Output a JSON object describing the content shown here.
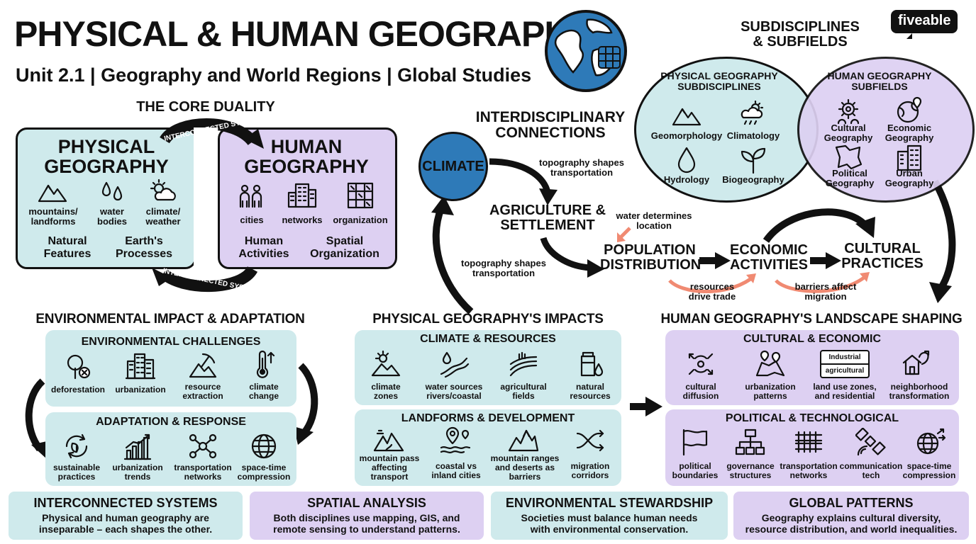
{
  "header": {
    "title": "PHYSICAL & HUMAN GEOGRAPHY",
    "subtitle": "Unit 2.1 | Geography and World Regions | Global Studies",
    "brand": "fiveable",
    "globe_icon": "globe-icon"
  },
  "duality": {
    "title": "THE CORE DUALITY",
    "arc_label_top": "INTERCONNECTED SYSTEMS",
    "arc_label_bottom": "INTERCONNECTED SYSTEMS",
    "physical": {
      "title": "PHYSICAL GEOGRAPHY",
      "items": [
        {
          "icon": "mountain-icon",
          "label": "mountains/ landforms"
        },
        {
          "icon": "water-drops-icon",
          "label": "water bodies"
        },
        {
          "icon": "sun-cloud-icon",
          "label": "climate/ weather"
        }
      ],
      "footer_left": "Natural Features",
      "footer_right": "Earth's Processes"
    },
    "human": {
      "title": "HUMAN GEOGRAPHY",
      "items": [
        {
          "icon": "people-icon",
          "label": "cities"
        },
        {
          "icon": "building-icon",
          "label": "networks"
        },
        {
          "icon": "grid-map-icon",
          "label": "organization"
        }
      ],
      "footer_left": "Human Activities",
      "footer_right": "Spatial Organization"
    }
  },
  "interdisciplinary": {
    "title": "INTERDISCIPLINARY CONNECTIONS",
    "climate": "CLIMATE",
    "agri": "AGRICULTURE & SETTLEMENT",
    "population": "POPULATION DISTRIBUTION",
    "economic": "ECONOMIC ACTIVITIES",
    "cultural": "CULTURAL PRACTICES",
    "note_topo1": "topography shapes transportation",
    "note_topo2": "topography shapes transportation",
    "note_water": "water determines location",
    "note_resources": "resources drive trade",
    "note_barriers": "barriers affect migration"
  },
  "subdisciplines": {
    "title": "SUBDISCIPLINES & SUBFIELDS",
    "physical_title": "PHYSICAL GEOGRAPHY SUBDISCIPLINES",
    "physical_items": [
      {
        "icon": "mountain-icon",
        "label": "Geomorphology"
      },
      {
        "icon": "cloud-rain-icon",
        "label": "Climatology"
      },
      {
        "icon": "water-drop-icon",
        "label": "Hydrology"
      },
      {
        "icon": "plant-icon",
        "label": "Biogeography"
      }
    ],
    "human_title": "HUMAN GEOGRAPHY SUBFIELDS",
    "human_items": [
      {
        "icon": "gear-people-icon",
        "label": "Cultural Geography"
      },
      {
        "icon": "globe-pin-icon",
        "label": "Economic Geography"
      },
      {
        "icon": "map-icon",
        "label": "Political Geography"
      },
      {
        "icon": "buildings-icon",
        "label": "Urban Geography"
      }
    ]
  },
  "environmental": {
    "title": "ENVIRONMENTAL IMPACT & ADAPTATION",
    "challenges_title": "ENVIRONMENTAL CHALLENGES",
    "challenges": [
      {
        "icon": "tree-x-icon",
        "label": "deforestation"
      },
      {
        "icon": "city-icon",
        "label": "urbanization"
      },
      {
        "icon": "pickaxe-icon",
        "label": "resource extraction"
      },
      {
        "icon": "thermometer-icon",
        "label": "climate change"
      }
    ],
    "adaptation_title": "ADAPTATION & RESPONSE",
    "adaptation": [
      {
        "icon": "recycle-leaf-icon",
        "label": "sustainable practices"
      },
      {
        "icon": "bar-chart-icon",
        "label": "urbanization trends"
      },
      {
        "icon": "network-icon",
        "label": "transportation networks"
      },
      {
        "icon": "globe-grid-icon",
        "label": "space-time compression"
      }
    ]
  },
  "physical_impacts": {
    "title": "PHYSICAL GEOGRAPHY'S IMPACTS",
    "climate_title": "CLIMATE & RESOURCES",
    "climate_items": [
      {
        "icon": "sun-mountain-icon",
        "label": "climate zones"
      },
      {
        "icon": "river-icon",
        "label": "water sources rivers/coastal"
      },
      {
        "icon": "field-icon",
        "label": "agricultural fields"
      },
      {
        "icon": "jar-drop-icon",
        "label": "natural resources"
      }
    ],
    "landforms_title": "LANDFORMS & DEVELOPMENT",
    "landforms_items": [
      {
        "icon": "mountain-pass-icon",
        "label": "mountain pass affecting transport"
      },
      {
        "icon": "pin-coast-icon",
        "label": "coastal vs inland cities"
      },
      {
        "icon": "mountain-range-icon",
        "label": "mountain ranges and deserts as barriers"
      },
      {
        "icon": "shuffle-icon",
        "label": "migration corridors"
      }
    ]
  },
  "human_landscape": {
    "title": "HUMAN GEOGRAPHY'S LANDSCAPE SHAPING",
    "cultural_title": "CULTURAL & ECONOMIC",
    "cultural_items": [
      {
        "icon": "diffusion-icon",
        "label": "cultural diffusion"
      },
      {
        "icon": "map-pins-icon",
        "label": "urbanization patterns"
      },
      {
        "icon": "zones-icon",
        "label": "land use zones, and residential",
        "zone_top": "Industrial",
        "zone_bottom": "agricultural"
      },
      {
        "icon": "house-arrow-icon",
        "label": "neighborhood transformation"
      }
    ],
    "political_title": "POLITICAL & TECHNOLOGICAL",
    "political_items": [
      {
        "icon": "flag-icon",
        "label": "political boundaries"
      },
      {
        "icon": "org-chart-icon",
        "label": "governance structures"
      },
      {
        "icon": "rail-icon",
        "label": "transportation networks"
      },
      {
        "icon": "satellite-icon",
        "label": "communication tech"
      },
      {
        "icon": "globe-arrows-icon",
        "label": "space-time compression"
      }
    ]
  },
  "footer": [
    {
      "title": "INTERCONNECTED SYSTEMS",
      "desc1": "Physical and human geography are",
      "desc2": "inseparable – each shapes the other."
    },
    {
      "title": "SPATIAL ANALYSIS",
      "desc1": "Both disciplines use mapping, GIS, and",
      "desc2": "remote sensing to understand patterns."
    },
    {
      "title": "ENVIRONMENTAL STEWARDSHIP",
      "desc1": "Societies must balance human needs",
      "desc2": "with environmental conservation."
    },
    {
      "title": "GLOBAL PATTERNS",
      "desc1": "Geography explains cultural diversity,",
      "desc2": "resource distribution, and world inequalities."
    }
  ],
  "colors": {
    "cyan": "#cfeaec",
    "purple": "#ddd0f2",
    "blue": "#2e7ab8",
    "salmon": "#f08a72"
  }
}
